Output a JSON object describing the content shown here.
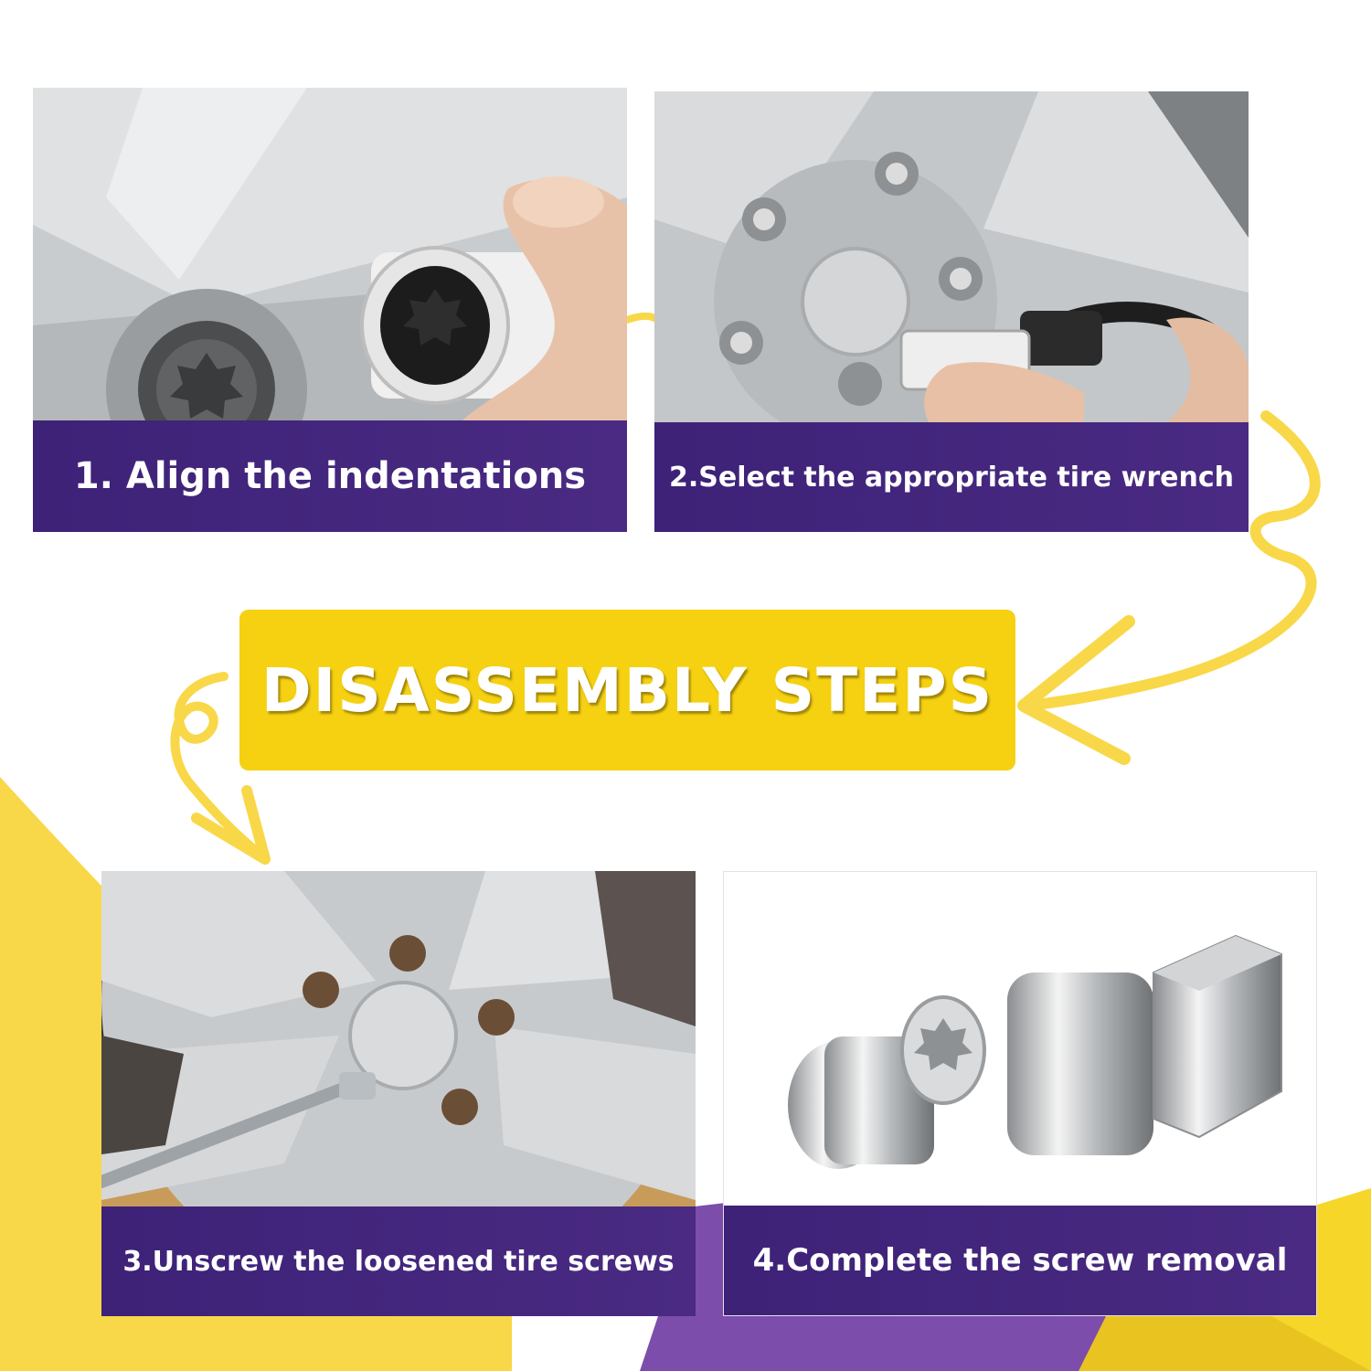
{
  "colors": {
    "purple": "#3d2278",
    "yellow": "#f5d112",
    "light_purple": "#7c4daa",
    "light_yellow": "#f8d848"
  },
  "banner": {
    "title": "DISASSEMBLY STEPS"
  },
  "steps": [
    {
      "caption": "1. Align the indentations"
    },
    {
      "caption": "2.Select the appropriate tire wrench"
    },
    {
      "caption": "3.Unscrew the loosened tire screws"
    },
    {
      "caption": "4.Complete the screw removal"
    }
  ]
}
